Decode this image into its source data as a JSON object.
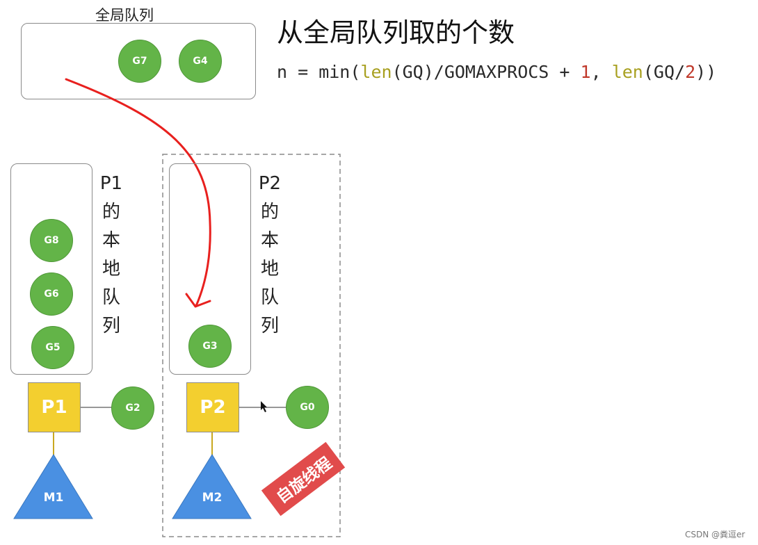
{
  "global_queue": {
    "label": "全局队列",
    "goroutines": [
      "G7",
      "G4"
    ]
  },
  "title": "从全局队列取的个数",
  "formula": {
    "prefix": "n = min(",
    "fn1": "len",
    "mid1": "(GQ)/GOMAXPROCS + ",
    "num1": "1",
    "mid2": ", ",
    "fn2": "len",
    "mid3": "(GQ/",
    "num2": "2",
    "suffix": "))"
  },
  "p1": {
    "queue_label_chars": [
      "P1",
      "的",
      "本",
      "地",
      "队",
      "列"
    ],
    "goroutines": [
      "G8",
      "G6",
      "G5"
    ],
    "processor": "P1",
    "running": "G2",
    "machine": "M1"
  },
  "p2": {
    "queue_label_chars": [
      "P2",
      "的",
      "本",
      "地",
      "队",
      "列"
    ],
    "goroutines": [
      "G3"
    ],
    "processor": "P2",
    "running": "G0",
    "machine": "M2",
    "badge": "自旋线程"
  },
  "watermark": "CSDN @粪逗er",
  "colors": {
    "goroutine": "#63b448",
    "processor": "#f3cf2f",
    "machine": "#4a90e2",
    "arrow": "#e8201e",
    "badge": "#e14b4b"
  }
}
